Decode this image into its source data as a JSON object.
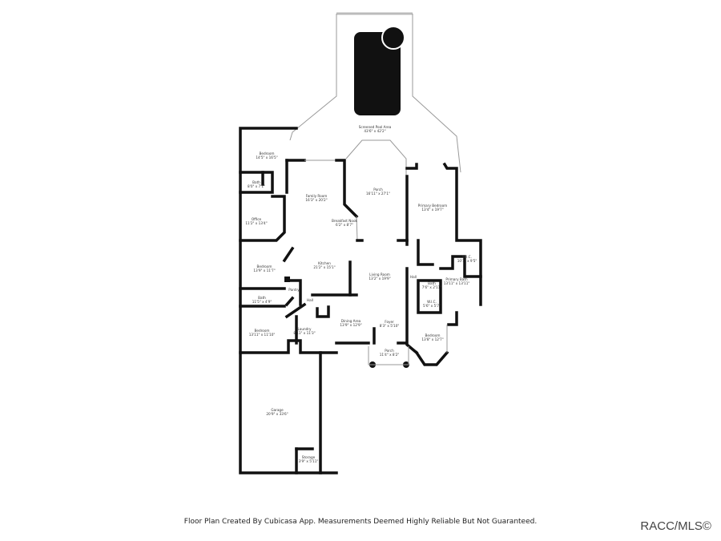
{
  "rooms": [
    {
      "name": "Screened Pool Area",
      "dim": "43'6\" x 42'2\""
    },
    {
      "name": "Bedroom",
      "dim": "14'5\" x 16'5\""
    },
    {
      "name": "Bath",
      "dim": "8'0\" x 7'1\""
    },
    {
      "name": "Family Room",
      "dim": "16'3\" x 20'2\""
    },
    {
      "name": "Porch",
      "dim": "16'11\" x 27'1\""
    },
    {
      "name": "Breakfast Nook",
      "dim": "6'2\" x 8'7\""
    },
    {
      "name": "Office",
      "dim": "11'2\" x 13'4\""
    },
    {
      "name": "Primary Bedroom",
      "dim": "13'4\" x 19'7\""
    },
    {
      "name": "Bedroom",
      "dim": "13'9\" x 11'7\""
    },
    {
      "name": "Kitchen",
      "dim": "21'2\" x 15'1\""
    },
    {
      "name": "Living Room",
      "dim": "13'2\" x 19'9\""
    },
    {
      "name": "Hall",
      "dim": ""
    },
    {
      "name": "Pantry",
      "dim": ""
    },
    {
      "name": "Hall",
      "dim": ""
    },
    {
      "name": "Bath",
      "dim": "11'5\" x 4'9\""
    },
    {
      "name": "Bedroom",
      "dim": "13'11\" x 11'10\""
    },
    {
      "name": "Laundry",
      "dim": "8'11\" x 11'3\""
    },
    {
      "name": "Dining Area",
      "dim": "13'9\" x 12'9\""
    },
    {
      "name": "Foyer",
      "dim": "8'3\" x 5'10\""
    },
    {
      "name": "Porch",
      "dim": "11'4\" x 8'2\""
    },
    {
      "name": "W.I.C.",
      "dim": "10'1\" x 9'5\""
    },
    {
      "name": "Primary Bath",
      "dim": "13'11\" x 13'11\""
    },
    {
      "name": "Bath",
      "dim": "7'6\" x 2'11\""
    },
    {
      "name": "W.I.C.",
      "dim": "5'6\" x 5'7\""
    },
    {
      "name": "Bedroom",
      "dim": "13'8\" x 12'7\""
    },
    {
      "name": "Garage",
      "dim": "20'9\" x 33'6\""
    },
    {
      "name": "Storage",
      "dim": "3'9\" x 5'11\""
    }
  ],
  "footer": {
    "disclaimer": "Floor Plan Created By Cubicasa App. Measurements Deemed Highly Reliable But Not Guaranteed.",
    "watermark": "RACC/MLS©"
  },
  "colors": {
    "wall": "#111111",
    "pool": "#111111",
    "window": "#bbbbbb"
  }
}
